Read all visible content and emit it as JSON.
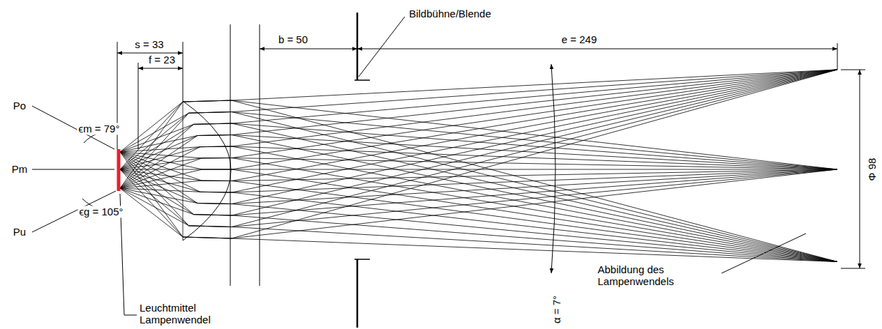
{
  "diagram": {
    "labels": [
      "Bildbühne/Blende",
      "s = 33",
      "f = 23",
      "b = 50",
      "e = 249",
      "Po",
      "Pm",
      "Pu",
      "ϵm = 79°",
      "ϵg = 105°",
      "Leuchtmittel Lampenwendel",
      "Abbildung des Lampenwendels",
      "α = 7°",
      "Φ 98"
    ]
  }
}
